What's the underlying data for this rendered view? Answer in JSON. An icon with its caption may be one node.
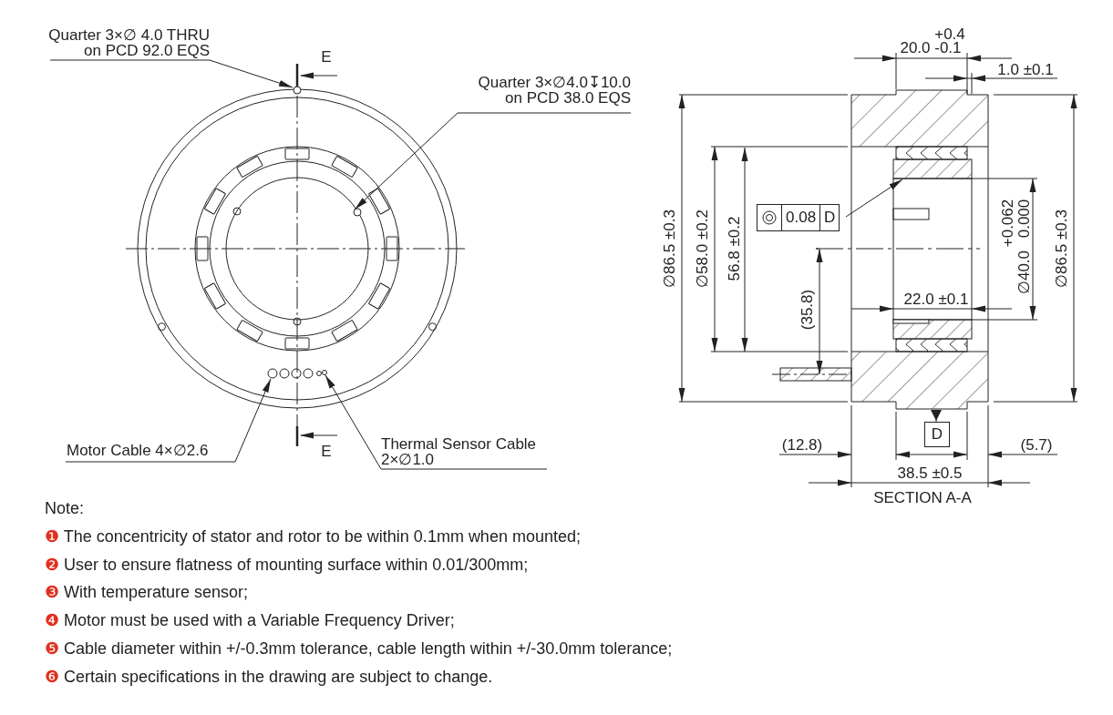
{
  "diagram": {
    "nodes": [
      {
        "text": [
          "Quarter 3×∅ 4.0 THRU on PCD 92.0 EQS"
        ]
      },
      {
        "text": [],
        "shape": "circle"
      },
      {
        "text": [
          "Quarter 3×∅4.0↧10.0 on PCD 38.0 EQS"
        ]
      },
      {
        "text": [],
        "shape": "circle"
      },
      {
        "text": [
          "Motor Cable 4×∅2.6"
        ]
      },
      {
        "text": [],
        "shape": "circle"
      },
      {
        "text": [
          "Thermal Sensor Cable 2×∅1.0"
        ]
      },
      {
        "text": [],
        "shape": "circle"
      },
      {
        "text": [
          "0.08",
          "D"
        ]
      },
      {
        "text": [],
        "shape": "box"
      },
      {
        "text": [
          "D"
        ]
      }
    ],
    "edges": [
      {
        "from": 0,
        "to": 1,
        "arrow": "to"
      },
      {
        "from": 2,
        "to": 3,
        "arrow": "to"
      },
      {
        "from": 4,
        "to": 5,
        "arrow": "to"
      },
      {
        "from": 6,
        "to": 7,
        "arrow": "to"
      },
      {
        "from": 8,
        "to": 9,
        "arrow": "to"
      },
      {
        "from": 10,
        "to": null,
        "arrow": "other"
      }
    ],
    "labels": [
      "E",
      "+0.4",
      "20.0 -0.1",
      "1.0 ±0.1",
      "∅86.5 ±0.3",
      "∅58.0 ±0.2",
      "56.8 ±0.2",
      "+0.062",
      "0.000",
      "∅40.0",
      "(35.8)",
      "22.0 ±0.1",
      "∅86.5 ±0.3",
      "E",
      "(12.8)",
      "(5.7)",
      "38.5 ±0.5",
      "SECTION A-A",
      "Note:",
      "❶ The concentricity of stator and rotor to be within 0.1mm when mounted;",
      "❷ User to ensure flatness of mounting surface within 0.01/300mm;",
      "❸ With temperature sensor;",
      "❹ Motor must be used with a Variable Frequency Driver;",
      "❺ Cable diameter within +/-0.3mm tolerance, cable length within +/-30.0mm tolerance;",
      "❻ Certain specifications in the drawing are subject to change."
    ]
  }
}
